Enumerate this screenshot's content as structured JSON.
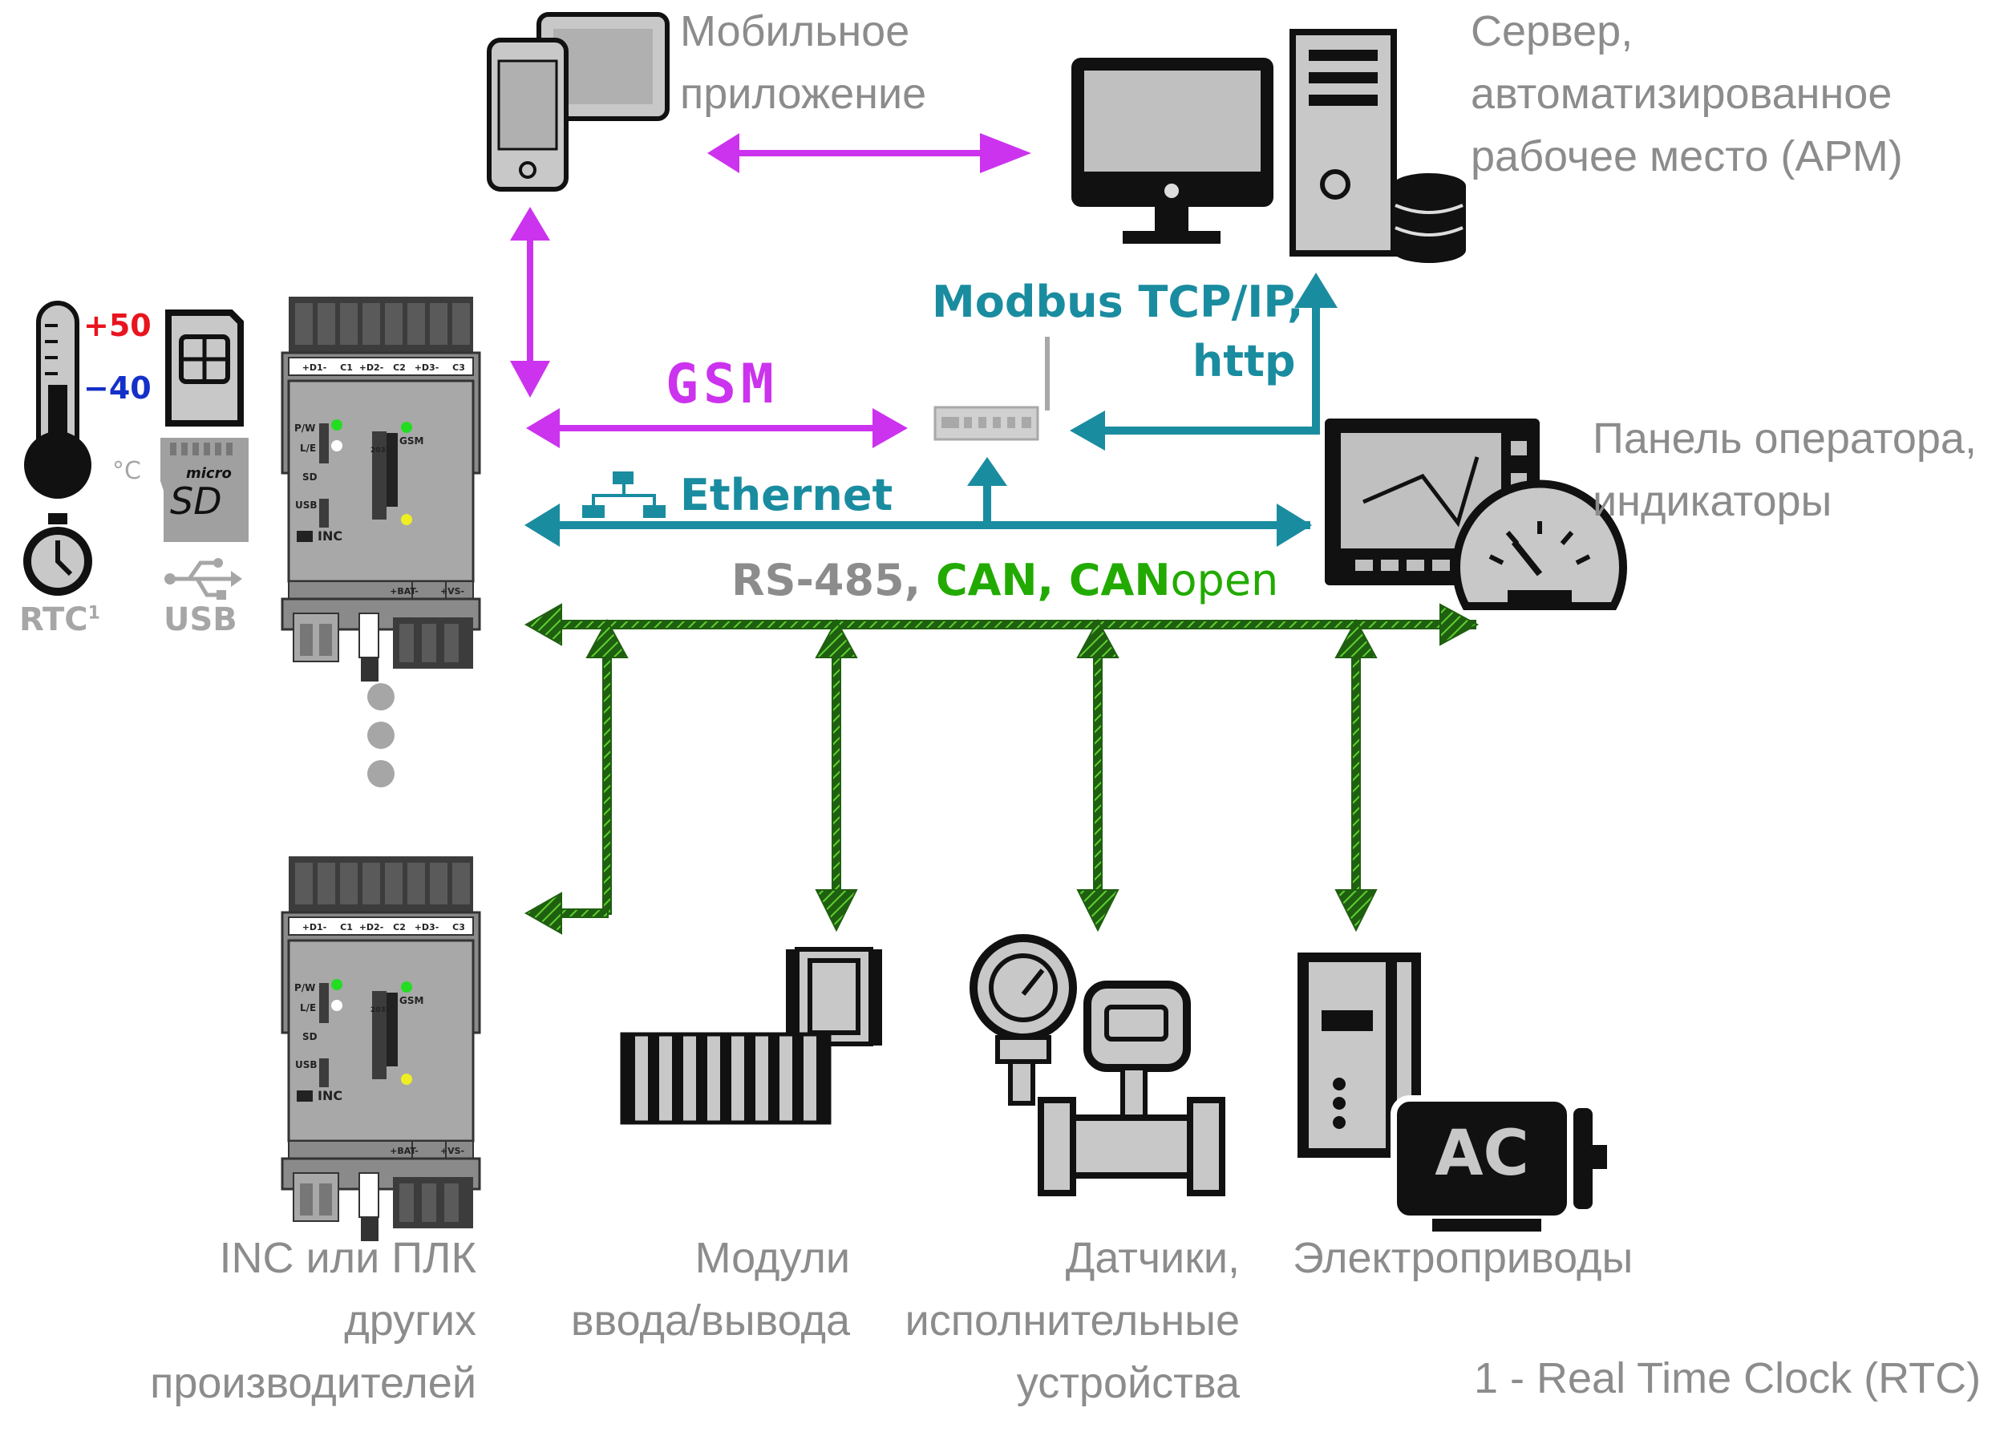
{
  "labels": {
    "mobile": [
      "Мобильное",
      "приложение"
    ],
    "server": [
      "Сервер,",
      "автоматизированное",
      "рабочее место (АРМ)"
    ],
    "panel": [
      "Панель оператора,",
      "индикаторы"
    ],
    "plc": [
      "INC или ПЛК",
      "других",
      "производителей"
    ],
    "modules": [
      "Модули",
      "ввода/вывода"
    ],
    "sensors": [
      "Датчики,",
      "исполнительные",
      "устройства"
    ],
    "drives": "Электроприводы",
    "footnote": "1 - Real Time Clock (RTC)"
  },
  "protocols": {
    "gsm": "GSM",
    "ethernet": "Ethernet",
    "modbus": [
      "Modbus TCP/IP,",
      "http"
    ],
    "rs485": "RS-485,",
    "can": "CAN,",
    "canopen_can": "CAN",
    "canopen_open": "open"
  },
  "legend": {
    "temp_plus": "+50",
    "temp_minus": "−40",
    "celsius": "°C",
    "rtc": "RTC",
    "rtc_sup": "1",
    "usb": "USB",
    "micro": "micro",
    "sd": "SD"
  },
  "device": {
    "terminals_top": [
      "+D1-",
      "C1",
      "+D2-",
      "C2",
      "+D3-",
      "C3"
    ],
    "led_labels": [
      "P/W",
      "L/E",
      "SD",
      "USB"
    ],
    "gsm": "GSM",
    "batt": "2032",
    "brand": "INC",
    "terminals_bottom": [
      "+BAT-",
      "+VS-"
    ]
  },
  "misc": {
    "motor": "AC"
  },
  "colors": {
    "magenta": "#cc33ee",
    "teal": "#1a8ca0",
    "green": "#22aa00",
    "darkgreen": "#1f5f10",
    "gray": "#8c8c8c",
    "red": "#e8141e",
    "blue": "#1430c8"
  }
}
